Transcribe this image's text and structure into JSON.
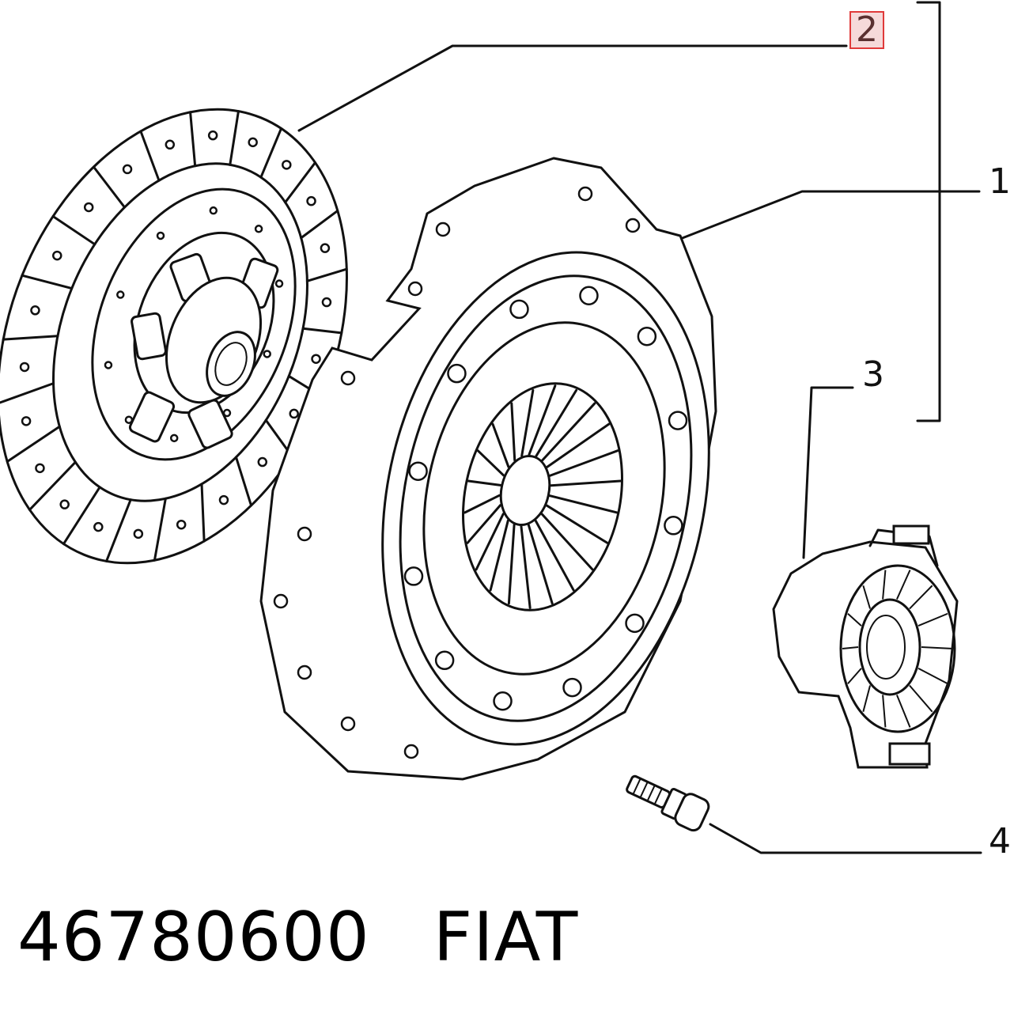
{
  "callouts": {
    "c1": "1",
    "c2": "2",
    "c3": "3",
    "c4": "4"
  },
  "caption": {
    "part_number": "46780600",
    "brand": "FIAT"
  },
  "highlight_color": "#e03a3a"
}
